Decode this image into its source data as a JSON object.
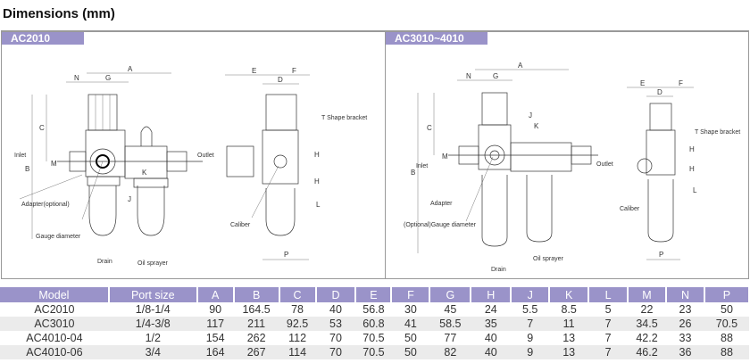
{
  "title": "Dimensions (mm)",
  "panels": [
    {
      "label": "AC2010",
      "annotations": {
        "inlet": "Inlet",
        "outlet": "Outlet",
        "adapter": "Adapter(optional)",
        "gauge": "Gauge diameter",
        "drain": "Drain",
        "oil": "Oil sprayer",
        "caliber": "Caliber",
        "bracket": "T Shape bracket"
      }
    },
    {
      "label": "AC3010~4010",
      "annotations": {
        "inlet": "Inlet",
        "outlet": "Outlet",
        "adapter": "Adapter",
        "gauge": "(Optional)Gauge diameter",
        "drain": "Drain",
        "oil": "Oil sprayer",
        "caliber": "Caliber",
        "bracket": "T Shape bracket"
      }
    }
  ],
  "dim_letters": {
    "A": "A",
    "B": "B",
    "C": "C",
    "D": "D",
    "E": "E",
    "F": "F",
    "G": "G",
    "H": "H",
    "J": "J",
    "K": "K",
    "L": "L",
    "M": "M",
    "N": "N",
    "P": "P"
  },
  "colors": {
    "header": "#9a93c9",
    "alt_row": "#ebebeb"
  },
  "table": {
    "headers": [
      "Model",
      "Port size",
      "A",
      "B",
      "C",
      "D",
      "E",
      "F",
      "G",
      "H",
      "J",
      "K",
      "L",
      "M",
      "N",
      "P"
    ],
    "rows": [
      [
        "AC2010",
        "1/8-1/4",
        "90",
        "164.5",
        "78",
        "40",
        "56.8",
        "30",
        "45",
        "24",
        "5.5",
        "8.5",
        "5",
        "22",
        "23",
        "50"
      ],
      [
        "AC3010",
        "1/4-3/8",
        "117",
        "211",
        "92.5",
        "53",
        "60.8",
        "41",
        "58.5",
        "35",
        "7",
        "11",
        "7",
        "34.5",
        "26",
        "70.5"
      ],
      [
        "AC4010-04",
        "1/2",
        "154",
        "262",
        "112",
        "70",
        "70.5",
        "50",
        "77",
        "40",
        "9",
        "13",
        "7",
        "42.2",
        "33",
        "88"
      ],
      [
        "AC4010-06",
        "3/4",
        "164",
        "267",
        "114",
        "70",
        "70.5",
        "50",
        "82",
        "40",
        "9",
        "13",
        "7",
        "46.2",
        "36",
        "88"
      ]
    ]
  }
}
